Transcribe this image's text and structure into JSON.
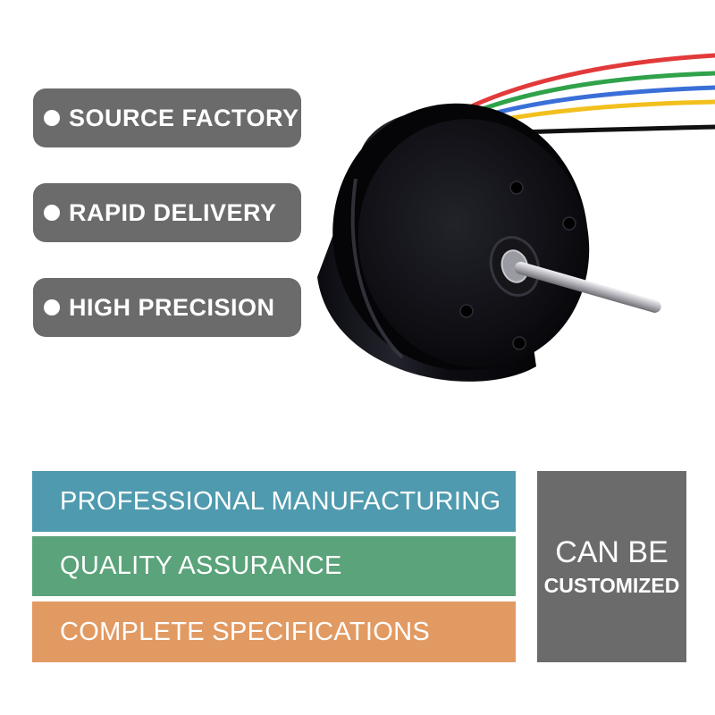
{
  "features": [
    {
      "label": "SOURCE FACTORY"
    },
    {
      "label": "RAPID DELIVERY"
    },
    {
      "label": "HIGH PRECISION"
    }
  ],
  "product": {
    "image": "brushless-dc-motor",
    "wire_colors": [
      "#e23a3a",
      "#2fa24a",
      "#3a6fd8",
      "#f2c01e",
      "#ffffff",
      "#111111"
    ]
  },
  "bands": [
    {
      "label": "PROFESSIONAL MANUFACTURING",
      "color": "#4f9aae"
    },
    {
      "label": "QUALITY ASSURANCE",
      "color": "#5ba37a"
    },
    {
      "label": "COMPLETE SPECIFICATIONS",
      "color": "#e29a63"
    }
  ],
  "custom": {
    "line1": "CAN BE",
    "line2": "CUSTOMIZED",
    "color": "#6b6b6b"
  }
}
